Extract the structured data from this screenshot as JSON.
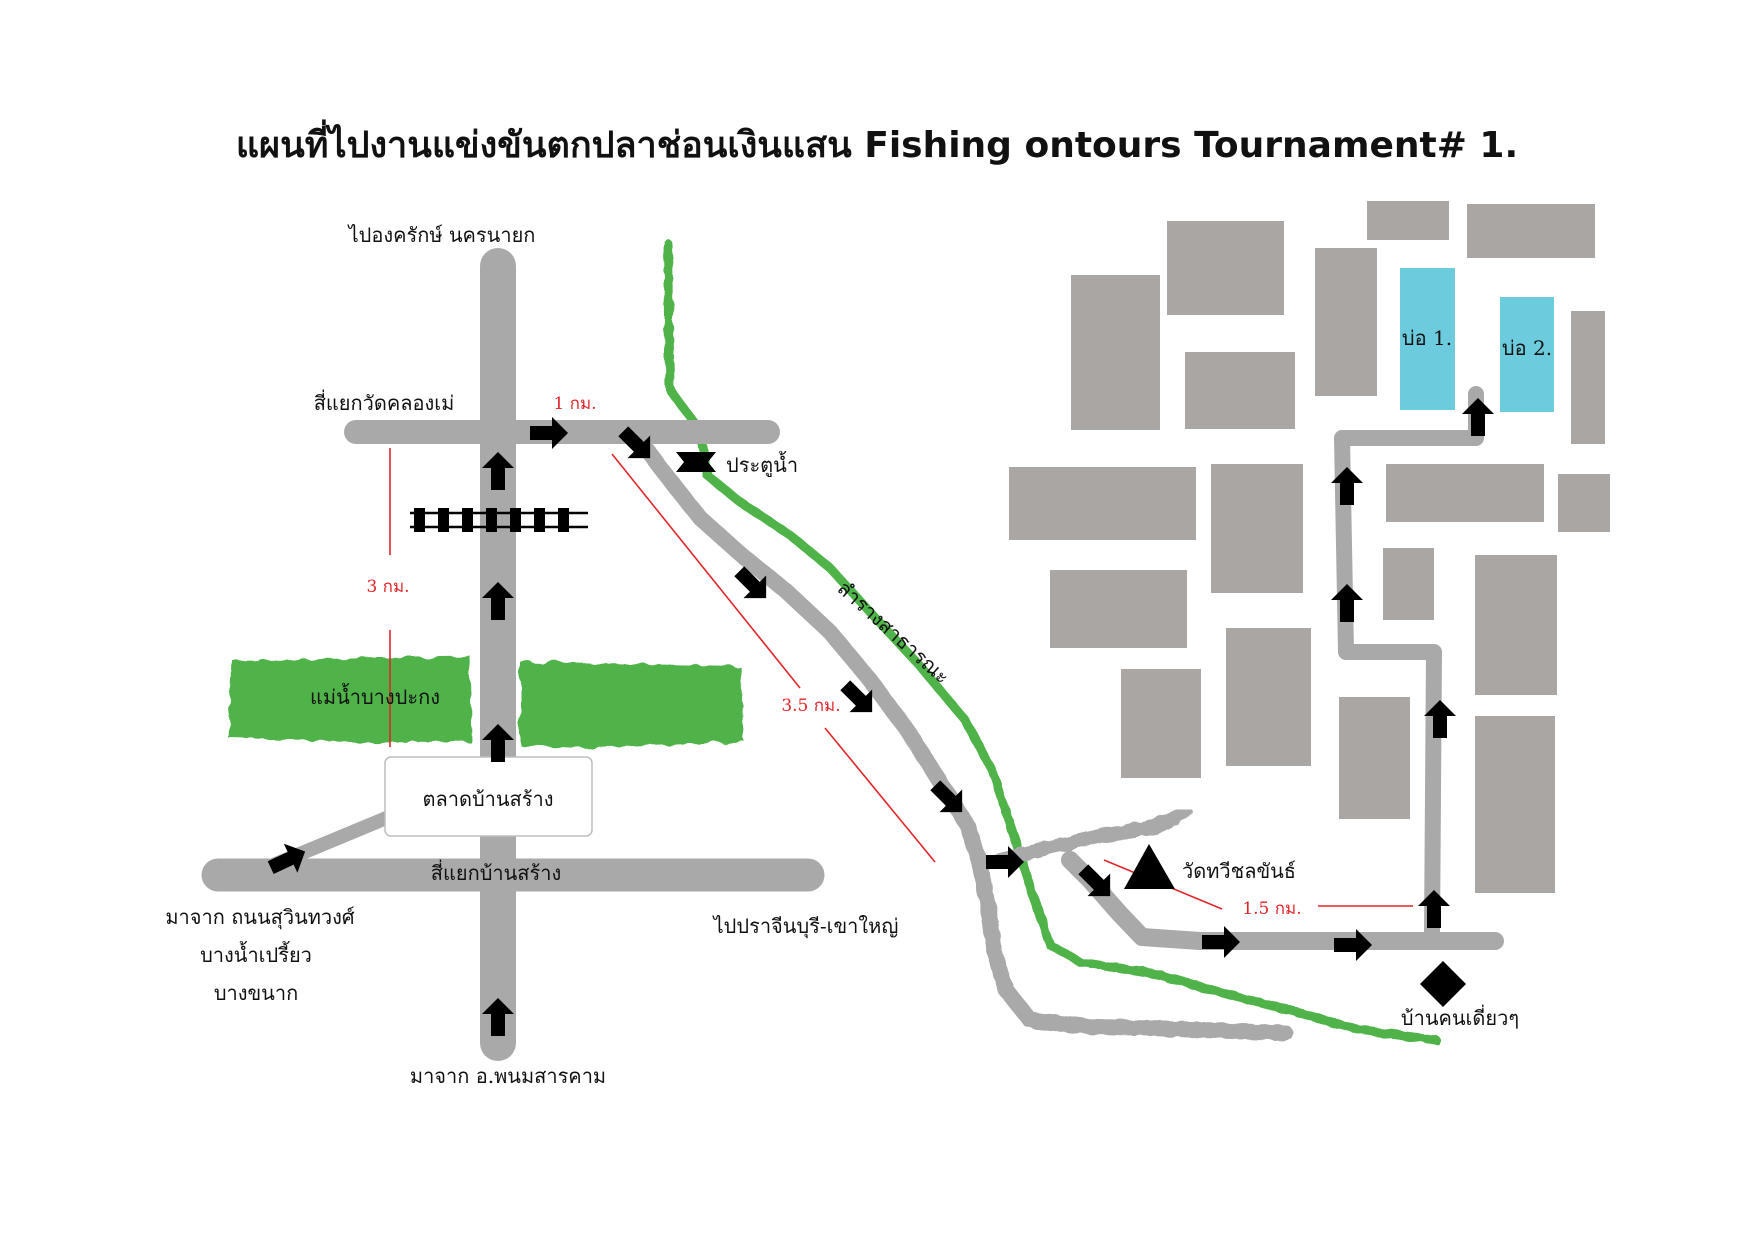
{
  "title": "แผนที่ไปงานแข่งขันตกปลาช่อนเงินแสน Fishing ontours Tournament# 1.",
  "labels": {
    "to_ongkharak": "ไปองครักษ์ นครนายก",
    "junction_wat_khlong_me": "สี่แยกวัดคลองเม่",
    "river": "แม่น้ำบางปะกง",
    "market": "ตลาดบ้านสร้าง",
    "junction_ban_sang": "สี่แยกบ้านสร้าง",
    "from_suwinthawong_1": "มาจาก ถนนสุวินทวงศ์",
    "from_suwinthawong_2": "บางน้ำเปรี้ยว",
    "from_suwinthawong_3": "บางขนาก",
    "from_phanom_sarakham": "มาจาก อ.พนมสารคาม",
    "to_prachinburi": "ไปปราจีนบุรี-เขาใหญ่",
    "water_gate": "ประตูน้ำ",
    "canal": "ลำรางสาธารณะ",
    "temple": "วัดทวีชลขันธ์",
    "house": "บ้านคนเดี่ยวๆ",
    "pond_1": "บ่อ 1.",
    "pond_2": "บ่อ 2."
  },
  "distances": {
    "d_1km": "1 กม.",
    "d_3km": "3 กม.",
    "d_3_5km": "3.5 กม.",
    "d_1_5km": "1.5 กม."
  },
  "colors": {
    "road": "#aaa9a9",
    "water": "#4fb34a",
    "building": "#aaa6a3",
    "pond": "#6ccbdc",
    "distance_line": "#e0262a",
    "arrow": "#000000"
  },
  "icons": {
    "temple": "triangle-icon",
    "house": "diamond-icon",
    "water_gate": "bowtie-icon",
    "railway": "railway-track-icon",
    "direction": "arrow-icon"
  }
}
